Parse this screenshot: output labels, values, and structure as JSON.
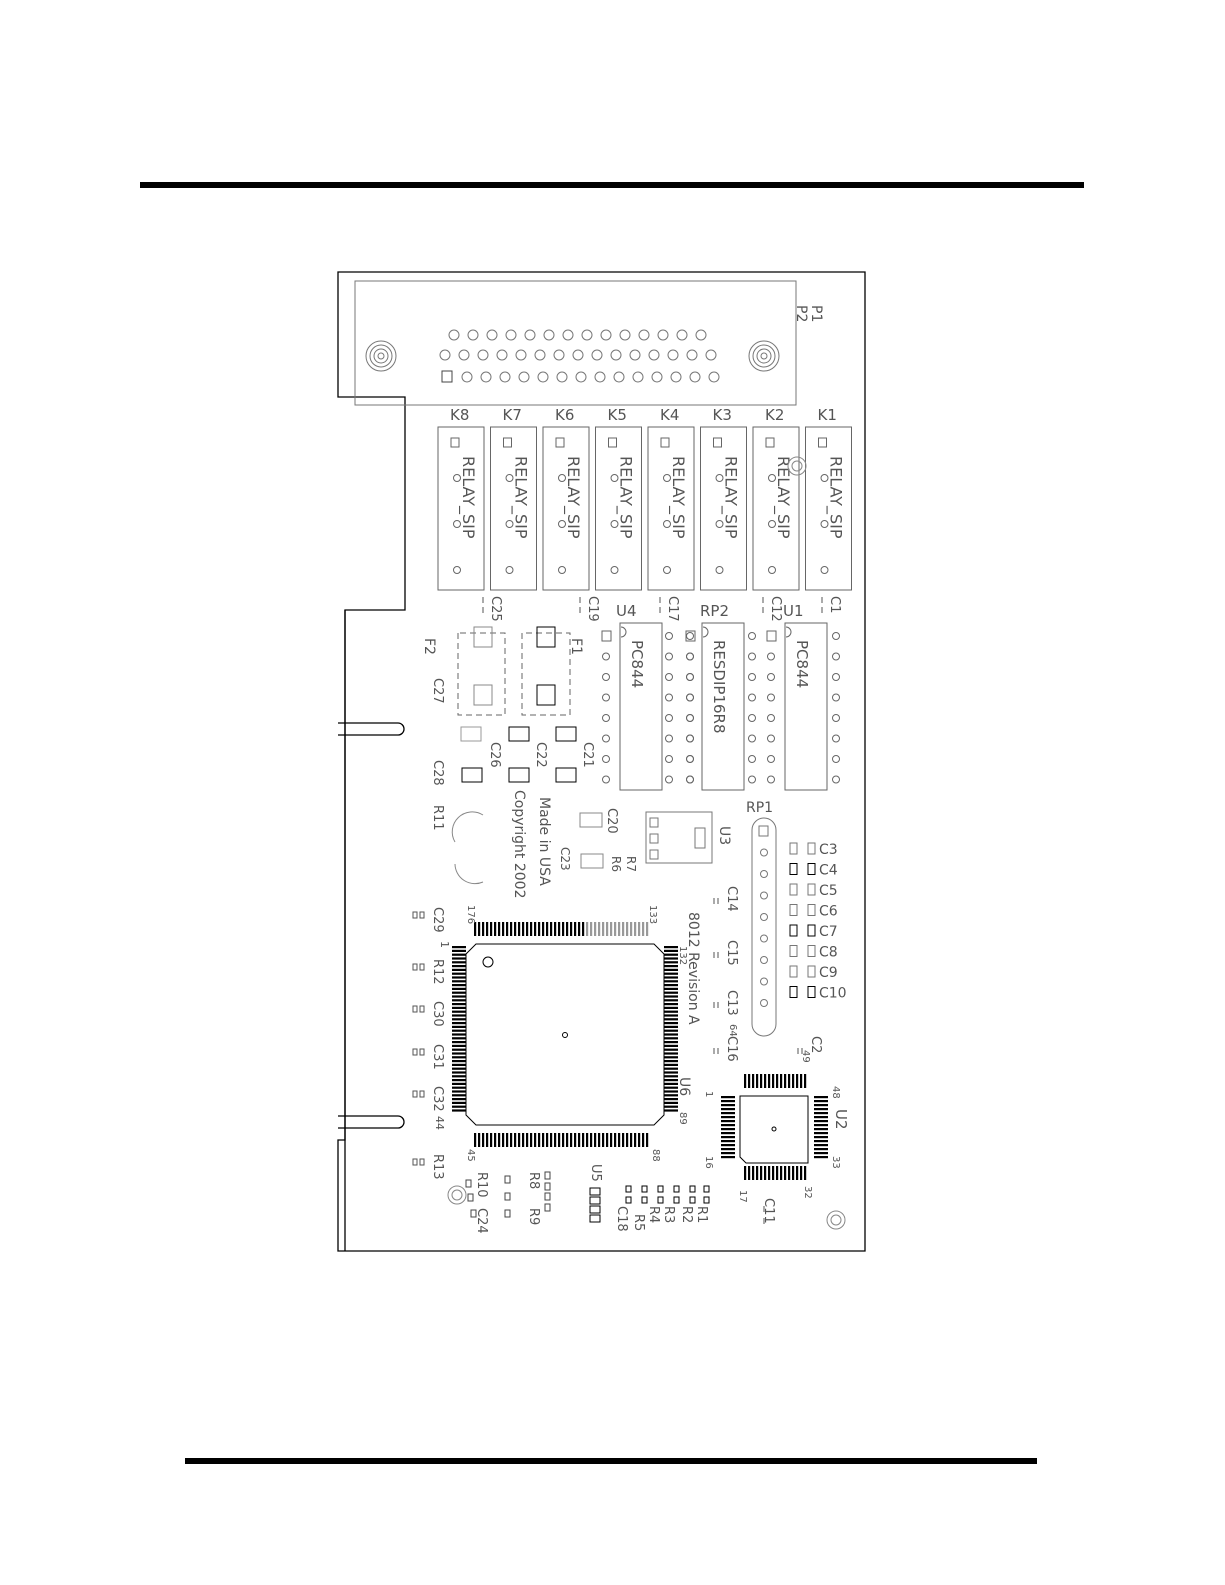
{
  "colors": {
    "outline": "#000000",
    "silkscreen": "#555555",
    "pad": "#000000"
  },
  "connector": {
    "labels": [
      "P1",
      "P2"
    ]
  },
  "relays": [
    {
      "ref": "K8",
      "text": "RELAY_SIP"
    },
    {
      "ref": "K7",
      "text": "RELAY_SIP"
    },
    {
      "ref": "K6",
      "text": "RELAY_SIP"
    },
    {
      "ref": "K5",
      "text": "RELAY_SIP"
    },
    {
      "ref": "K4",
      "text": "RELAY_SIP"
    },
    {
      "ref": "K3",
      "text": "RELAY_SIP"
    },
    {
      "ref": "K2",
      "text": "RELAY_SIP"
    },
    {
      "ref": "K1",
      "text": "RELAY_SIP"
    }
  ],
  "ics": [
    {
      "ref": "U4",
      "text": "PC844"
    },
    {
      "ref": "RP2",
      "text": "RESDIP16R8"
    },
    {
      "ref": "U1",
      "text": "PC844"
    }
  ],
  "capacitors_top": [
    "C25",
    "C19",
    "C17",
    "C12",
    "C1"
  ],
  "fuses": [
    "F2",
    "F1"
  ],
  "caps_left": [
    "C27",
    "C26",
    "C22",
    "C21",
    "C28"
  ],
  "board_text": {
    "made_in": "Made in USA",
    "copyright": "Copyright 2002",
    "revision": "8012 Revision A"
  },
  "misc_labels": [
    "R11",
    "C20",
    "C23",
    "R6",
    "R7",
    "U3",
    "RP1"
  ],
  "cap_column": [
    "C3",
    "C4",
    "C5",
    "C6",
    "C7",
    "C8",
    "C9",
    "C10"
  ],
  "mid_caps": [
    "C14",
    "C15",
    "C13",
    "C16",
    "C2"
  ],
  "left_col": [
    "C29",
    "R12",
    "C30",
    "C31",
    "C32",
    "R13"
  ],
  "u6": {
    "ref": "U6",
    "pins": [
      "176",
      "133",
      "132",
      "89",
      "88",
      "45",
      "44",
      "1"
    ]
  },
  "u2": {
    "ref": "U2",
    "pins": [
      "64",
      "49",
      "48",
      "33",
      "32",
      "17",
      "16",
      "1"
    ]
  },
  "bottom_labels": [
    "R10",
    "C24",
    "R8",
    "R9",
    "U5",
    "C18",
    "R5",
    "R4",
    "R3",
    "R2",
    "R1",
    "C11"
  ]
}
